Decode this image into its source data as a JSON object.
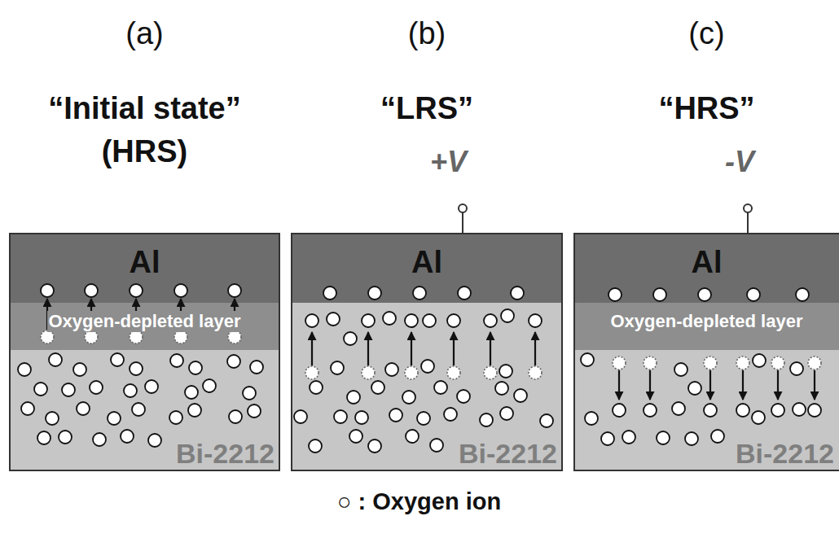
{
  "diagram": {
    "nodes": [
      {
        "text": [
          "(a)",
          "“Initial state”",
          "(HRS)"
        ]
      },
      {
        "text": [
          "Al"
        ],
        "in": 0
      },
      {
        "text": [
          "Oxygen-depleted layer"
        ],
        "in": 0
      },
      {
        "text": [
          "Bi-2212"
        ],
        "in": 0
      },
      {
        "text": [
          "(b)",
          "“LRS”"
        ]
      },
      {
        "text": [
          "Al"
        ],
        "in": 4
      },
      {
        "text": [
          "Bi-2212"
        ],
        "in": 4
      },
      {
        "text": [
          "(c)",
          "“HRS”"
        ]
      },
      {
        "text": [
          "Al"
        ],
        "in": 7
      },
      {
        "text": [
          "Oxygen-depleted layer"
        ],
        "in": 7
      },
      {
        "text": [
          "Bi-2212"
        ],
        "in": 7
      }
    ],
    "labels": [
      "+V",
      "-V"
    ],
    "legend": [
      {
        "text": "○ : Oxygen ion"
      }
    ]
  }
}
